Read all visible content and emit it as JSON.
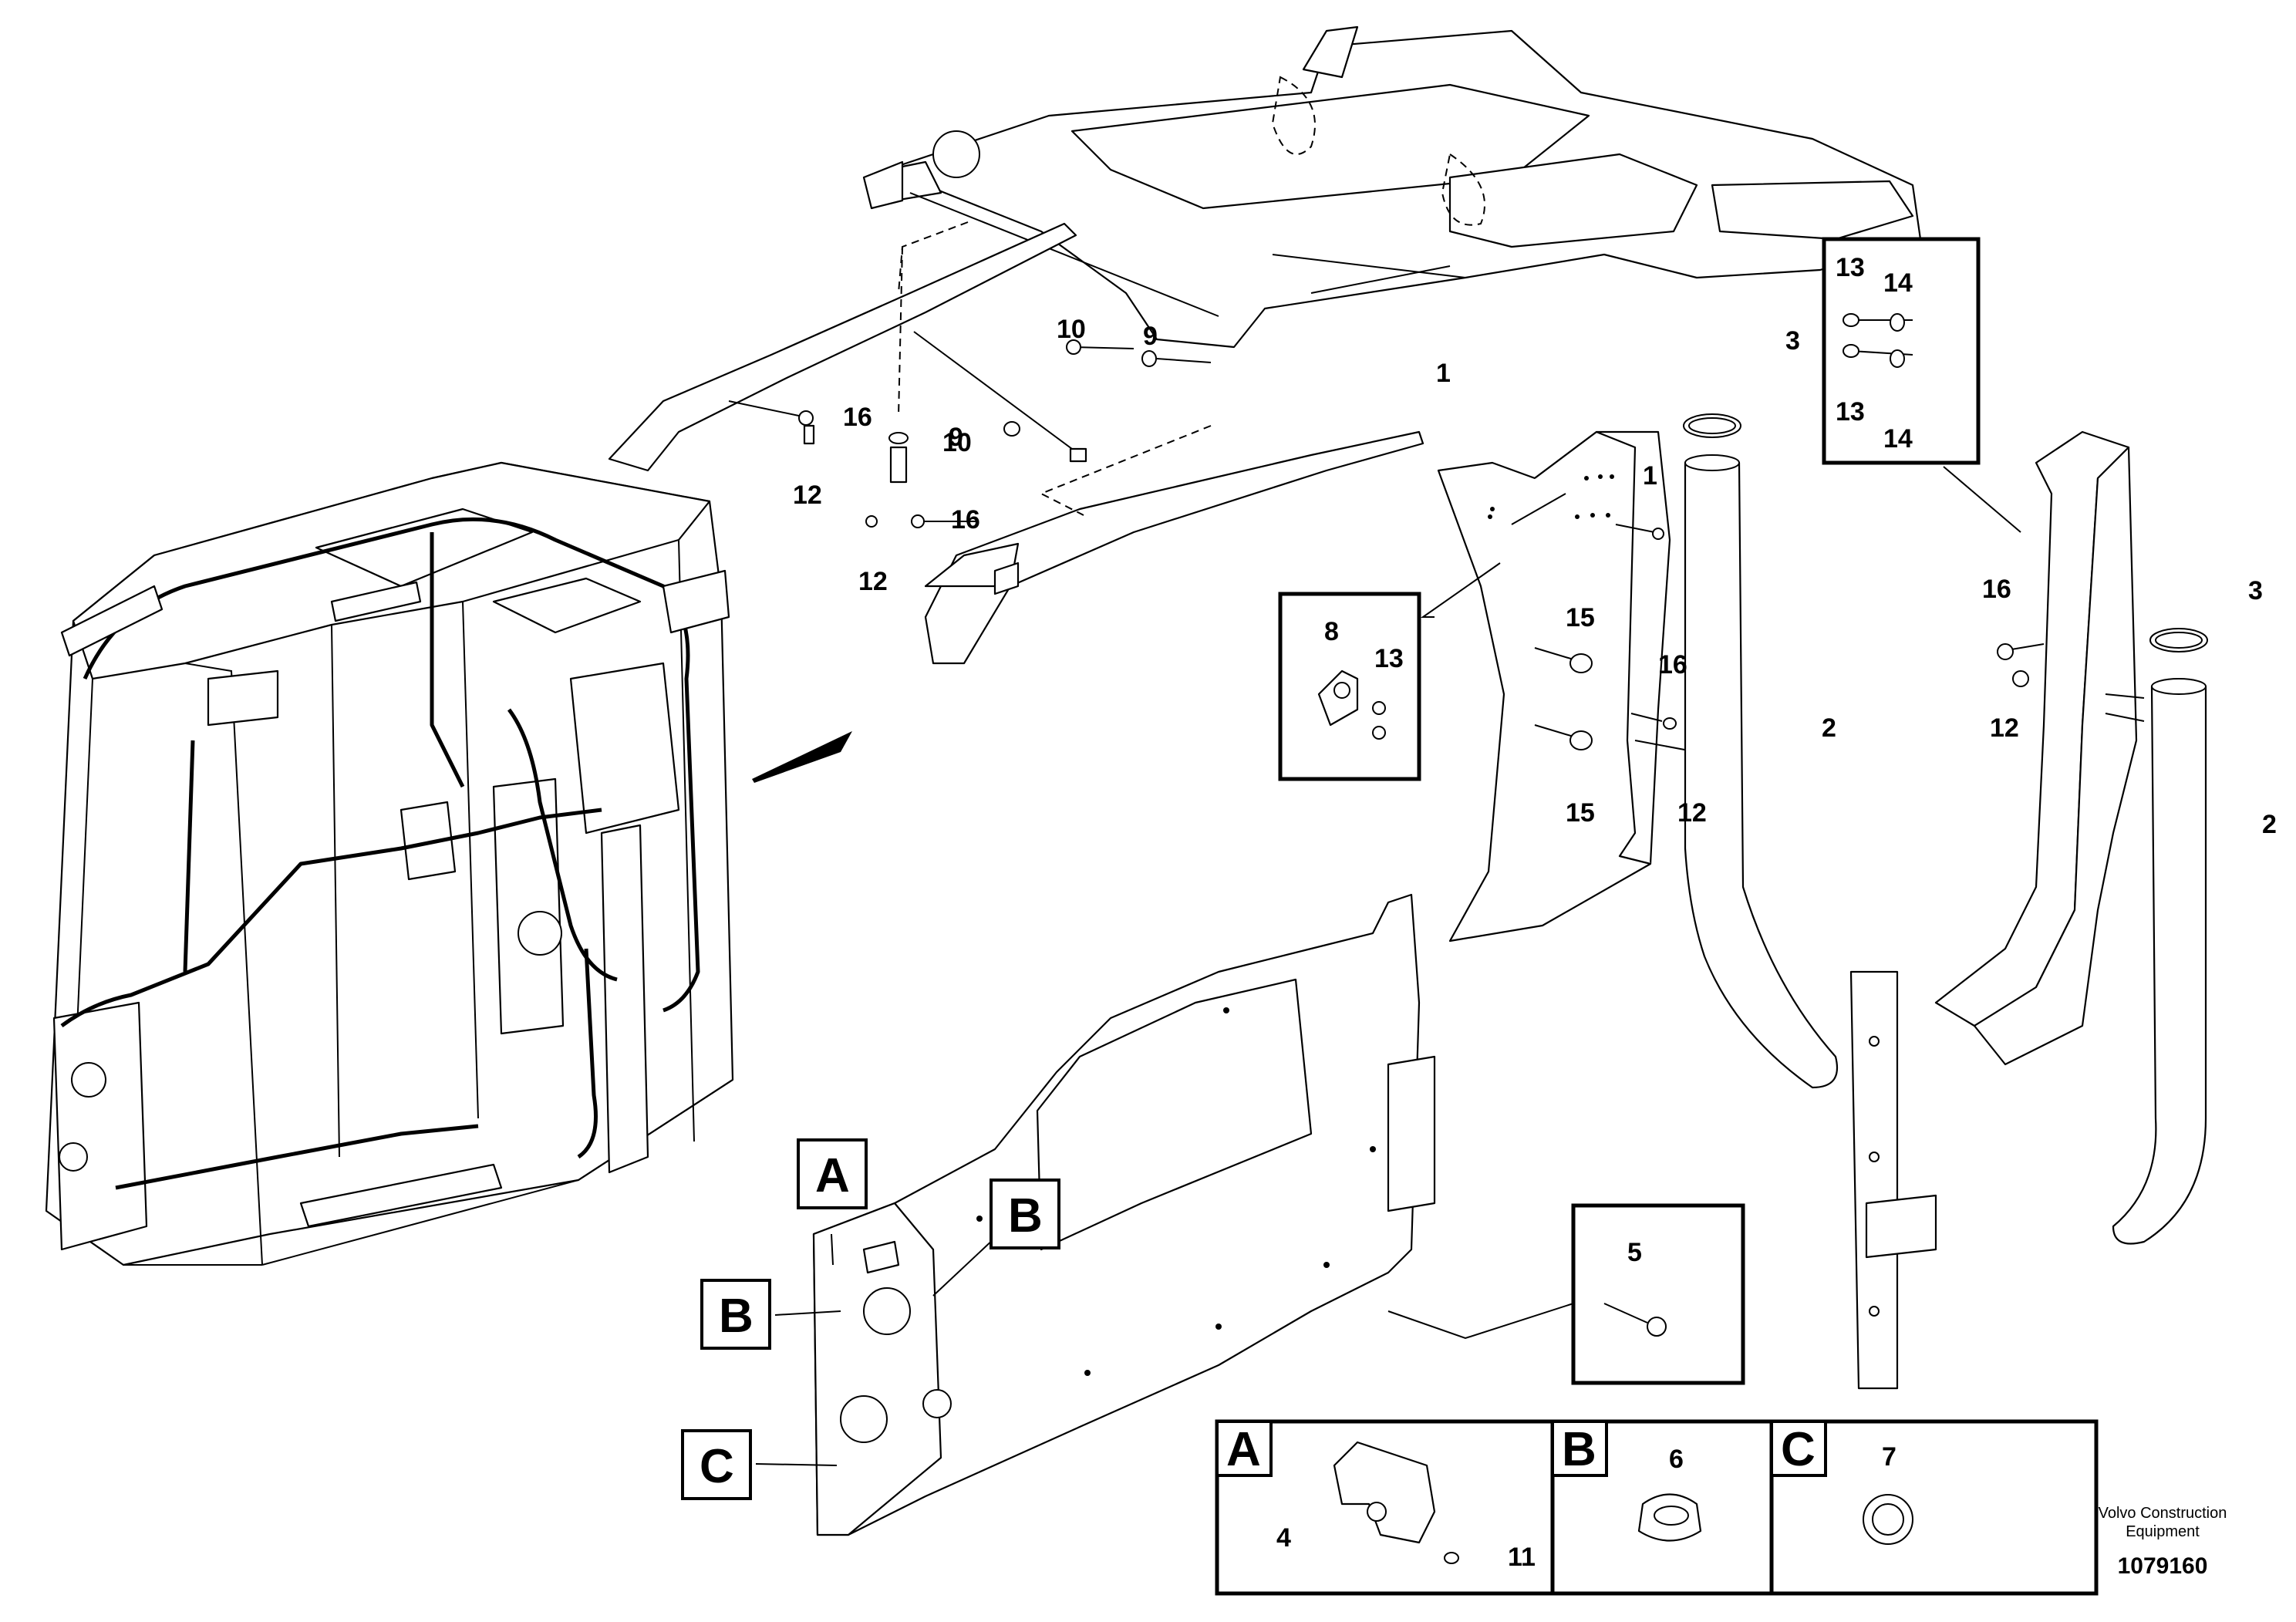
{
  "callouts": [
    {
      "id": "c1a",
      "text": "1"
    },
    {
      "id": "c1b",
      "text": "1"
    },
    {
      "id": "c2a",
      "text": "2"
    },
    {
      "id": "c2b",
      "text": "2"
    },
    {
      "id": "c3a",
      "text": "3"
    },
    {
      "id": "c3b",
      "text": "3"
    },
    {
      "id": "c4",
      "text": "4"
    },
    {
      "id": "c5",
      "text": "5"
    },
    {
      "id": "c6",
      "text": "6"
    },
    {
      "id": "c7",
      "text": "7"
    },
    {
      "id": "c8",
      "text": "8"
    },
    {
      "id": "c9a",
      "text": "9"
    },
    {
      "id": "c9b",
      "text": "9"
    },
    {
      "id": "c10a",
      "text": "10"
    },
    {
      "id": "c10b",
      "text": "10"
    },
    {
      "id": "c11",
      "text": "11"
    },
    {
      "id": "c12a",
      "text": "12"
    },
    {
      "id": "c12b",
      "text": "12"
    },
    {
      "id": "c12c",
      "text": "12"
    },
    {
      "id": "c12d",
      "text": "12"
    },
    {
      "id": "c13a",
      "text": "13"
    },
    {
      "id": "c13b",
      "text": "13"
    },
    {
      "id": "c13c",
      "text": "13"
    },
    {
      "id": "c14a",
      "text": "14"
    },
    {
      "id": "c14b",
      "text": "14"
    },
    {
      "id": "c15a",
      "text": "15"
    },
    {
      "id": "c15b",
      "text": "15"
    },
    {
      "id": "c16a",
      "text": "16"
    },
    {
      "id": "c16b",
      "text": "16"
    },
    {
      "id": "c16c",
      "text": "16"
    },
    {
      "id": "c16d",
      "text": "16"
    }
  ],
  "view_labels": {
    "a_main": "A",
    "b_upper": "B",
    "b_left": "B",
    "c_left": "C",
    "a_detail": "A",
    "b_detail": "B",
    "c_detail": "C"
  },
  "credit": {
    "line1": "Volvo Construction",
    "line2": "Equipment",
    "doc_number": "1079160"
  }
}
